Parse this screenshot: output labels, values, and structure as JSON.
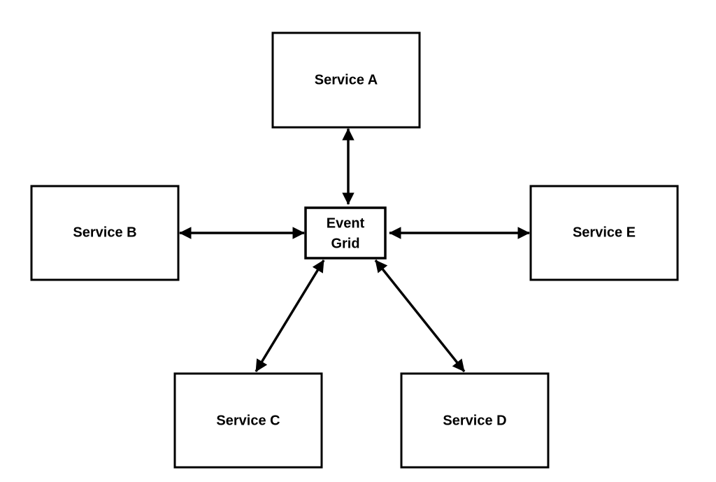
{
  "diagram": {
    "colors": {
      "stroke": "#000000",
      "fill": "#ffffff"
    },
    "hub": {
      "line1": "Event",
      "line2": "Grid"
    },
    "services": [
      {
        "label": "Service A"
      },
      {
        "label": "Service B"
      },
      {
        "label": "Service C"
      },
      {
        "label": "Service D"
      },
      {
        "label": "Service E"
      }
    ],
    "connections": [
      {
        "from": "Event Grid",
        "to": "Service A",
        "direction": "bidirectional"
      },
      {
        "from": "Event Grid",
        "to": "Service B",
        "direction": "bidirectional"
      },
      {
        "from": "Event Grid",
        "to": "Service C",
        "direction": "bidirectional"
      },
      {
        "from": "Event Grid",
        "to": "Service D",
        "direction": "bidirectional"
      },
      {
        "from": "Event Grid",
        "to": "Service E",
        "direction": "bidirectional"
      }
    ]
  }
}
